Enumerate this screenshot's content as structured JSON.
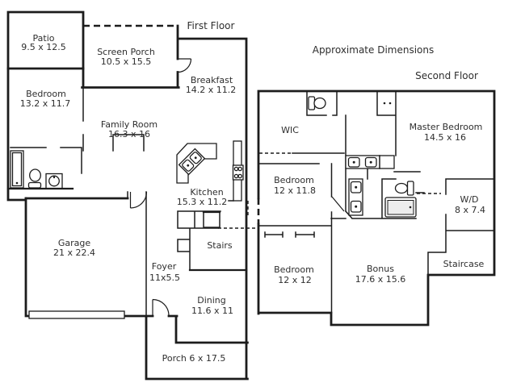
{
  "colors": {
    "walls": "#1c1c1c",
    "text": "#2e2e2e",
    "background": "#ffffff"
  },
  "headers": {
    "approx": "Approximate Dimensions",
    "first": "First Floor",
    "second": "Second Floor"
  },
  "first_floor": {
    "patio": {
      "name": "Patio",
      "dims": "9.5 x 12.5"
    },
    "screen_porch": {
      "name": "Screen Porch",
      "dims": "10.5 x 15.5"
    },
    "breakfast": {
      "name": "Breakfast",
      "dims": "14.2 x 11.2"
    },
    "bedroom": {
      "name": "Bedroom",
      "dims": "13.2 x 11.7"
    },
    "family_room": {
      "name": "Family Room",
      "dims": "16.3 x 16"
    },
    "kitchen": {
      "name": "Kitchen",
      "dims": "15.3 x 11.2"
    },
    "stairs": {
      "name": "Stairs"
    },
    "garage": {
      "name": "Garage",
      "dims": "21 x 22.4"
    },
    "foyer": {
      "name": "Foyer",
      "dims": "11x5.5"
    },
    "dining": {
      "name": "Dining",
      "dims": "11.6 x 11"
    },
    "porch": {
      "name": "Porch 6 x 17.5"
    }
  },
  "second_floor": {
    "wic": {
      "name": "WIC"
    },
    "master_bedroom": {
      "name": "Master Bedroom",
      "dims": "14.5 x 16"
    },
    "bedroom_mid": {
      "name": "Bedroom",
      "dims": "12 x 11.8"
    },
    "washer_dryer": {
      "name": "W/D",
      "dims": "8 x 7.4"
    },
    "bedroom_lower": {
      "name": "Bedroom",
      "dims": "12 x 12"
    },
    "bonus": {
      "name": "Bonus",
      "dims": "17.6 x 15.6"
    },
    "staircase": {
      "name": "Staircase"
    }
  }
}
